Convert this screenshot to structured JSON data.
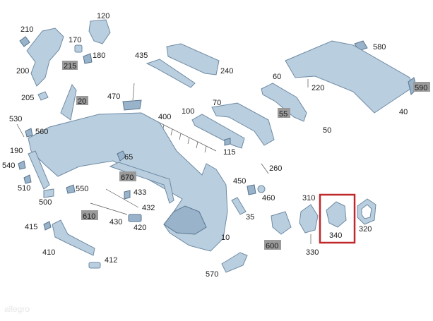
{
  "labels": {
    "l120": "120",
    "l210": "210",
    "l170": "170",
    "l180": "180",
    "l215": "215",
    "l200": "200",
    "l205": "205",
    "l20": "20",
    "l470": "470",
    "l435": "435",
    "l240": "240",
    "l580": "580",
    "l60": "60",
    "l220": "220",
    "l590": "590",
    "l40": "40",
    "l70": "70",
    "l55": "55",
    "l50": "50",
    "l100": "100",
    "l400": "400",
    "l115": "115",
    "l530": "530",
    "l560": "560",
    "l190": "190",
    "l65": "65",
    "l540": "540",
    "l510": "510",
    "l670": "670",
    "l550": "550",
    "l500": "500",
    "l433": "433",
    "l432": "432",
    "l610": "610",
    "l430": "430",
    "l420": "420",
    "l415": "415",
    "l260": "260",
    "l450": "450",
    "l460": "460",
    "l35": "35",
    "l310": "310",
    "l340": "340",
    "l320": "320",
    "l330": "330",
    "l600": "600",
    "l10": "10",
    "l410": "410",
    "l412": "412",
    "l570": "570"
  },
  "highlight": {
    "label": "340",
    "color": "#c0282d"
  },
  "colors": {
    "part_fill": "#b9cfe0",
    "part_stroke": "#6f8aa3",
    "label_box": "#9a9a9a"
  },
  "watermark": "allegro"
}
